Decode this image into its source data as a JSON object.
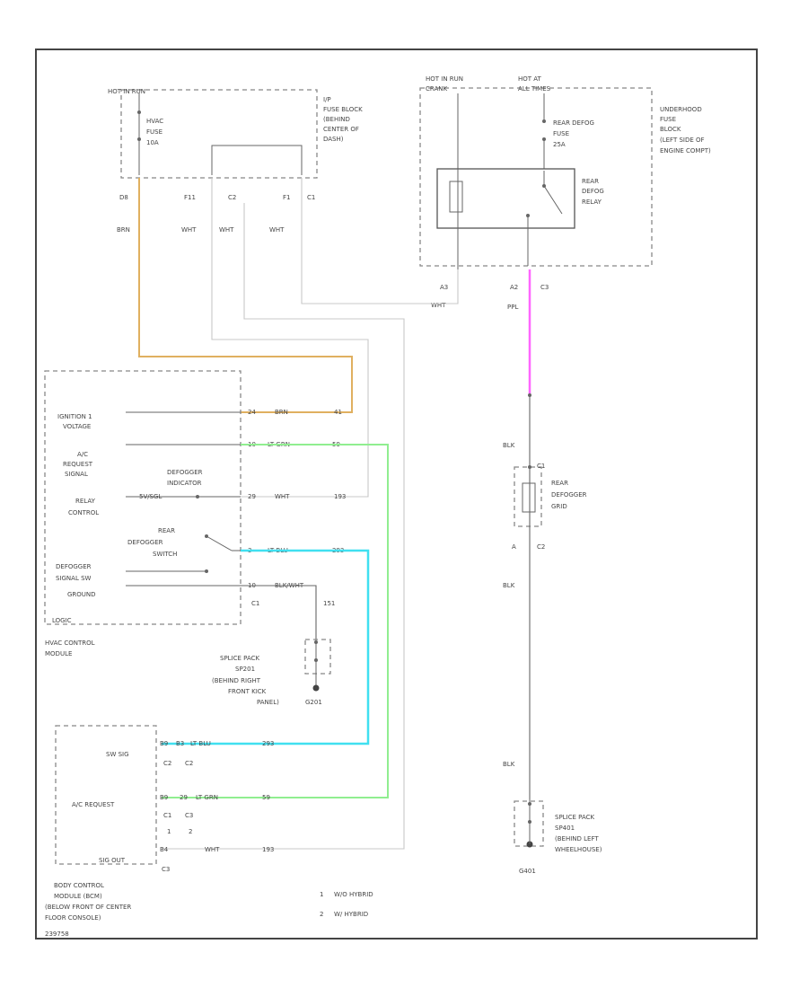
{
  "colors": {
    "orange_wire": "#e0b060",
    "light_green_wire": "#90ee90",
    "light_blue_wire": "#40e0f0",
    "purple_wire": "#ff66ff",
    "white_wire": "#cccccc",
    "black_wire": "#666666"
  },
  "ip_fuse_block": {
    "hot_label": "HOT IN RUN",
    "fuse_label": [
      "HVAC",
      "FUSE",
      "10A"
    ],
    "block_label": [
      "I/P",
      "FUSE BLOCK",
      "(BEHIND",
      "CENTER OF",
      "DASH)"
    ],
    "pins": [
      "D8",
      "F11",
      "C2",
      "F1",
      "C1"
    ],
    "wire_colors": [
      "BRN",
      "WHT",
      "WHT",
      "WHT"
    ]
  },
  "underhood_fuse_block": {
    "hot_label_1": [
      "HOT IN RUN",
      "CRANK"
    ],
    "hot_label_2": [
      "HOT AT",
      "ALL TIMES"
    ],
    "fuse_label": [
      "REAR DEFOG",
      "FUSE",
      "25A"
    ],
    "relay_label": [
      "REAR",
      "DEFOG",
      "RELAY"
    ],
    "block_label": [
      "UNDERHOOD",
      "FUSE",
      "BLOCK",
      "(LEFT SIDE OF",
      "ENGINE COMPT)"
    ],
    "pin_a3": "A3",
    "pin_a2": "A2",
    "pin_c3": "C3",
    "wht": "WHT",
    "ppl": "PPL"
  },
  "hvac_module": {
    "labels": [
      "IGNITION 1",
      "VOLTAGE",
      "A/C",
      "REQUEST",
      "SIGNAL",
      "RELAY",
      "CONTROL",
      "DEFOGGER",
      "SIGNAL SW",
      "GROUND",
      "LOGIC"
    ],
    "inner": [
      "DEFOGGER",
      "INDICATOR",
      "REAR",
      "DEFOGGER",
      "SWITCH"
    ],
    "title": [
      "HVAC CONTROL",
      "MODULE"
    ],
    "rows": [
      {
        "pins": "24",
        "color": "BRN",
        "circuit": "41"
      },
      {
        "pins": "10",
        "color": "LT GRN",
        "circuit": "59"
      },
      {
        "pins": "29",
        "color": "WHT",
        "circuit": "193"
      },
      {
        "pins": "3",
        "color": "LT BLU",
        "circuit": "293"
      },
      {
        "pins": "10",
        "color": "BLK/WHT",
        "circuit": ""
      }
    ],
    "c1": "C1",
    "pin_151": "151",
    "signal_label": "5V/SGL"
  },
  "splice_ip": {
    "labels": [
      "SPLICE PACK",
      "SP201",
      "(BEHIND RIGHT",
      "FRONT KICK",
      "PANEL)"
    ],
    "ground": "G201"
  },
  "bcm": {
    "rows": [
      {
        "label": "SW SIG",
        "pin": "B9",
        "pin2": "B3",
        "color": "LT BLU",
        "circuit": "293",
        "conn": [
          "C2",
          "C2"
        ]
      },
      {
        "label": "A/C REQUEST",
        "pin": "B9",
        "pin2": "29",
        "color": "LT GRN",
        "circuit": "59",
        "conn": [
          "C1",
          "C3"
        ],
        "sub": [
          "1",
          "2"
        ]
      },
      {
        "label": "SIG OUT",
        "pin": "B4",
        "pin2": "",
        "color": "WHT",
        "circuit": "193",
        "conn": [
          "C3"
        ]
      }
    ],
    "title": [
      "BODY CONTROL",
      "MODULE (BCM)",
      "(BELOW FRONT OF CENTER",
      "FLOOR CONSOLE)"
    ],
    "notes": [
      {
        "num": "1",
        "text": "W/O HYBRID"
      },
      {
        "num": "2",
        "text": "W/ HYBRID"
      }
    ]
  },
  "defogger_grid": {
    "blk": "BLK",
    "labels": [
      "REAR",
      "DEFOGGER",
      "GRID"
    ],
    "pin_c1": "C1",
    "pin_a": "A",
    "pin_c2": "C2"
  },
  "splice_rear": {
    "labels": [
      "SPLICE PACK",
      "SP401",
      "(BEHIND LEFT",
      "WHEELHOUSE)"
    ],
    "ground": "G401"
  },
  "figure_code": "239758"
}
